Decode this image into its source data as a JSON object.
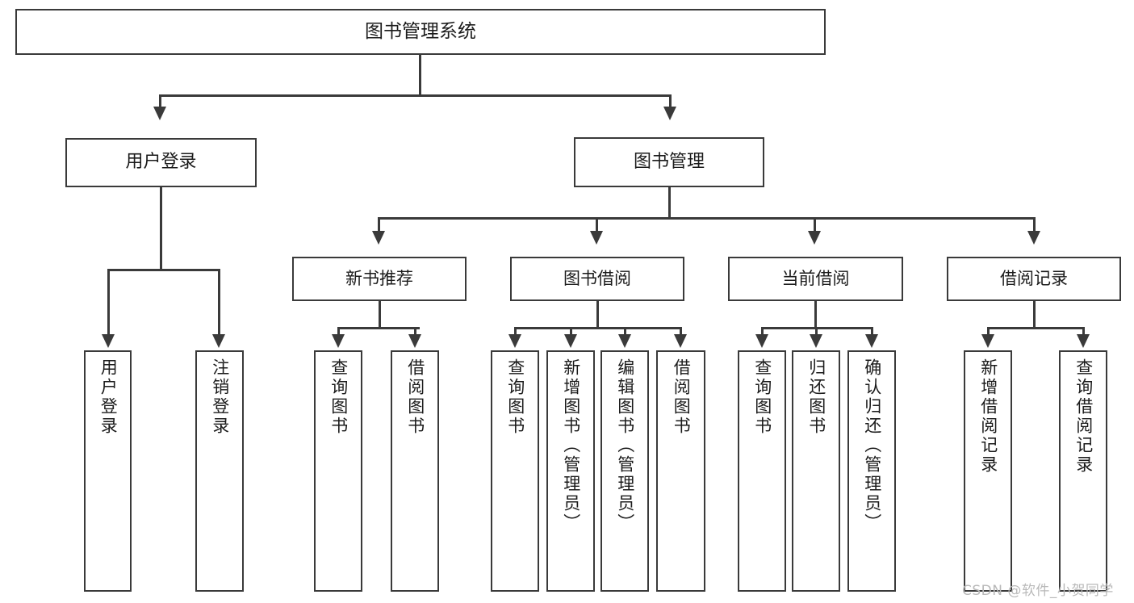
{
  "diagram": {
    "type": "tree-hierarchy-diagram",
    "title": "图书管理系统",
    "colors": {
      "stroke": "#3a3a3a",
      "fill": "#ffffff",
      "text": "#1b1b1b",
      "watermark": "#b9b9b9",
      "background": "#ffffff"
    },
    "root": {
      "label": "图书管理系统"
    },
    "level1": [
      {
        "label": "用户登录"
      },
      {
        "label": "图书管理"
      }
    ],
    "level2": [
      {
        "label": "新书推荐"
      },
      {
        "label": "图书借阅"
      },
      {
        "label": "当前借阅"
      },
      {
        "label": "借阅记录"
      }
    ],
    "leaves": {
      "user_login": [
        {
          "label": "用户登录"
        },
        {
          "label": "注销登录"
        }
      ],
      "new_book_recommend": [
        {
          "label": "查询图书"
        },
        {
          "label": "借阅图书"
        }
      ],
      "book_borrow": [
        {
          "label": "查询图书"
        },
        {
          "label": "新增图书（管理员）"
        },
        {
          "label": "编辑图书（管理员）"
        },
        {
          "label": "借阅图书"
        }
      ],
      "current_borrow": [
        {
          "label": "查询图书"
        },
        {
          "label": "归还图书"
        },
        {
          "label": "确认归还（管理员）"
        }
      ],
      "borrow_record": [
        {
          "label": "新增借阅记录"
        },
        {
          "label": "查询借阅记录"
        }
      ]
    }
  },
  "watermark": {
    "text": "CSDN @软件_小贺同学"
  }
}
